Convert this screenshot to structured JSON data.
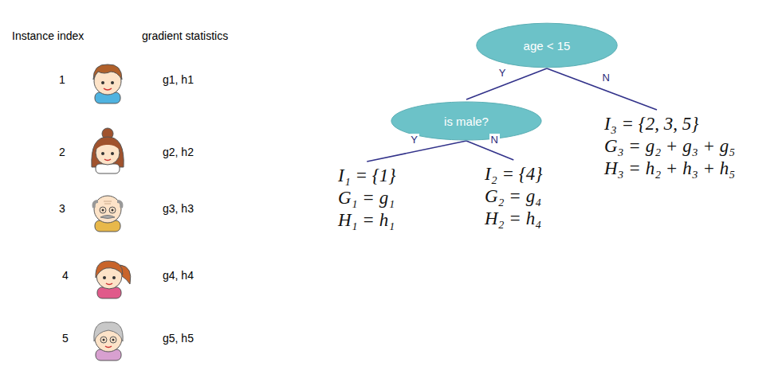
{
  "diagram": {
    "nodes": [
      {
        "text": [
          "age < 15"
        ]
      },
      {
        "text": [
          "is male?"
        ]
      },
      {
        "text": [
          "I₁ = {1}",
          "G₁ = g₁",
          "H₁ = h₁"
        ]
      },
      {
        "text": [
          "I₂ = {4}",
          "G₂ = g₄",
          "H₂ = h₄"
        ]
      },
      {
        "text": [
          "I₃ = {2, 3, 5}",
          "G₃ = g₂ + g₃ + g₅",
          "H₃ = h₂ + h₃ + h₅"
        ]
      }
    ],
    "edges": [
      {
        "from": 0,
        "to": 1,
        "label": "Y",
        "arrow": "none"
      },
      {
        "from": 0,
        "to": 4,
        "label": "N",
        "arrow": "none"
      },
      {
        "from": 1,
        "to": 2,
        "label": "Y",
        "arrow": "none"
      },
      {
        "from": 1,
        "to": 3,
        "label": "N",
        "arrow": "none"
      }
    ],
    "labels": [
      "Instance index",
      "gradient statistics",
      "1",
      "g1, h1",
      "2",
      "g2, h2",
      "3",
      "g3, h3",
      "4",
      "g4, h4",
      "5",
      "g5, h5"
    ]
  }
}
